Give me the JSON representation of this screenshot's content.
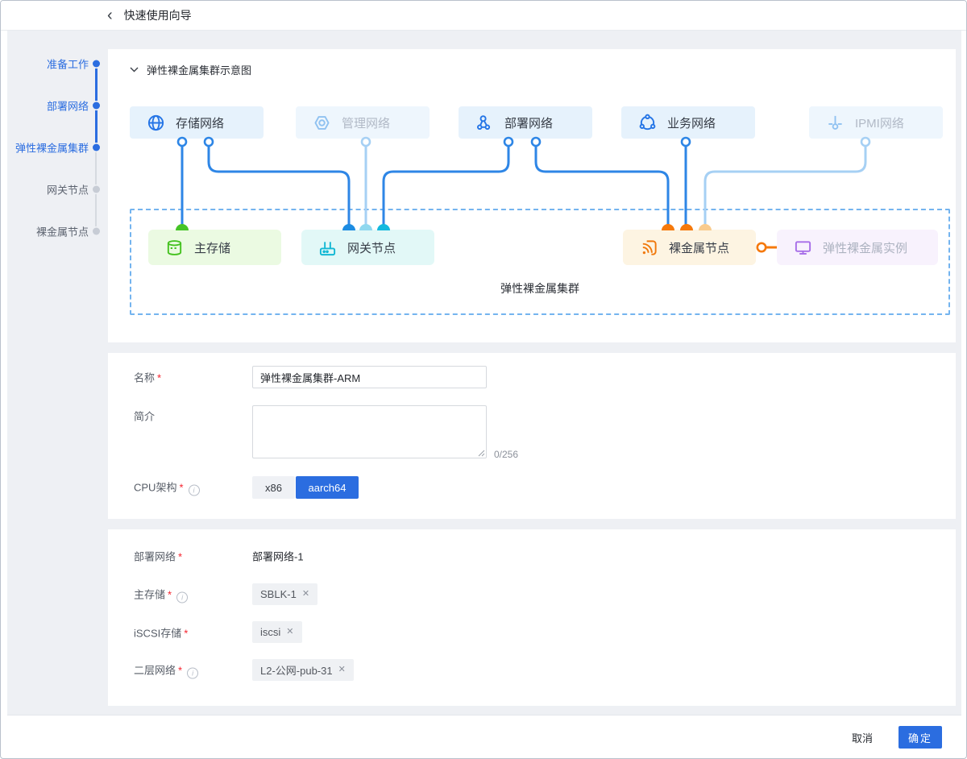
{
  "symbols": {
    "back": "‹",
    "close": "✕",
    "info": "i",
    "required": "*"
  },
  "header": {
    "title": "快速使用向导"
  },
  "stepper": {
    "items": [
      {
        "label": "准备工作",
        "state": "active"
      },
      {
        "label": "部署网络",
        "state": "active"
      },
      {
        "label": "弹性裸金属集群",
        "state": "active"
      },
      {
        "label": "网关节点",
        "state": "pending"
      },
      {
        "label": "裸金属节点",
        "state": "pending"
      }
    ]
  },
  "diagram": {
    "section_title": "弹性裸金属集群示意图",
    "cluster_label": "弹性裸金属集群",
    "top_nodes": [
      {
        "label": "存储网络",
        "icon": "globe-icon",
        "active": true
      },
      {
        "label": "管理网络",
        "icon": "hexagon-gear-icon",
        "active": false
      },
      {
        "label": "部署网络",
        "icon": "topology-icon",
        "active": true
      },
      {
        "label": "业务网络",
        "icon": "cycle-icon",
        "active": true
      },
      {
        "label": "IPMI网络",
        "icon": "branch-icon",
        "active": false
      }
    ],
    "bottom_nodes": [
      {
        "label": "主存储",
        "icon": "database-icon",
        "accent": "#45c220"
      },
      {
        "label": "网关节点",
        "icon": "router-icon",
        "accent": "#13b8d4"
      },
      {
        "label": "裸金属节点",
        "icon": "bare-metal-icon",
        "accent": "#f0780b"
      },
      {
        "label": "弹性裸金属实例",
        "icon": "monitor-icon",
        "accent": "#a76ee8"
      }
    ]
  },
  "form_basic": {
    "name": {
      "label": "名称",
      "value": "弹性裸金属集群-ARM"
    },
    "description": {
      "label": "简介",
      "counter": "0/256"
    },
    "cpu": {
      "label": "CPU架构",
      "options": [
        {
          "label": "x86",
          "selected": false
        },
        {
          "label": "aarch64",
          "selected": true
        }
      ]
    }
  },
  "form_network": {
    "deploy": {
      "label": "部署网络",
      "value": "部署网络-1"
    },
    "primary_storage": {
      "label": "主存储",
      "tag": "SBLK-1"
    },
    "iscsi": {
      "label": "iSCSI存储",
      "tag": "iscsi"
    },
    "l2": {
      "label": "二层网络",
      "tag": "L2-公网-pub-31"
    }
  },
  "footer": {
    "cancel": "取消",
    "confirm": "确定"
  },
  "colors": {
    "primary": "#2b6de0",
    "line_blue": "#2e86e6",
    "line_light": "#a6d0f4",
    "green": "#45c220",
    "cyan": "#13b8d4",
    "orange": "#f0780b",
    "purple": "#a76ee8"
  }
}
